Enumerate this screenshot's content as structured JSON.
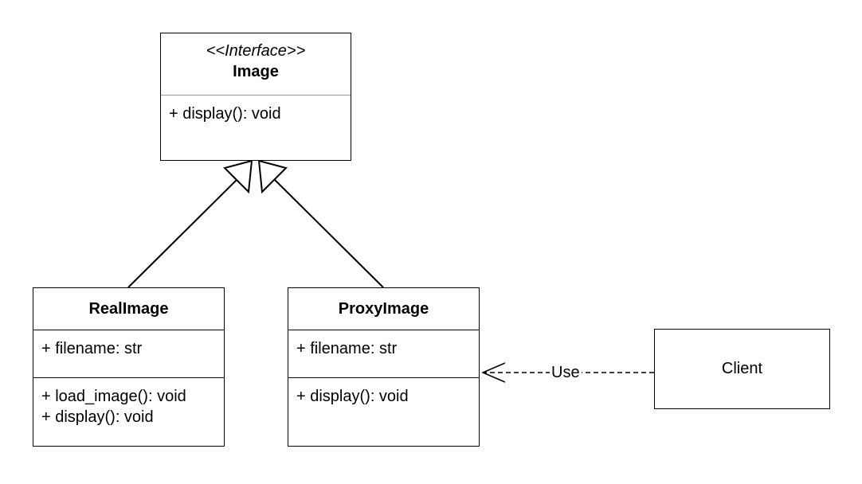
{
  "interface": {
    "stereotype": "<<Interface>>",
    "name": "Image",
    "methods": [
      "+ display(): void"
    ]
  },
  "real_image": {
    "name": "RealImage",
    "attributes": [
      "+ filename: str"
    ],
    "methods": [
      "+ load_image(): void",
      "+ display(): void"
    ]
  },
  "proxy_image": {
    "name": "ProxyImage",
    "attributes": [
      "+ filename: str"
    ],
    "methods": [
      "+ display(): void"
    ]
  },
  "client": {
    "name": "Client"
  },
  "relations": {
    "use_label": "Use"
  }
}
